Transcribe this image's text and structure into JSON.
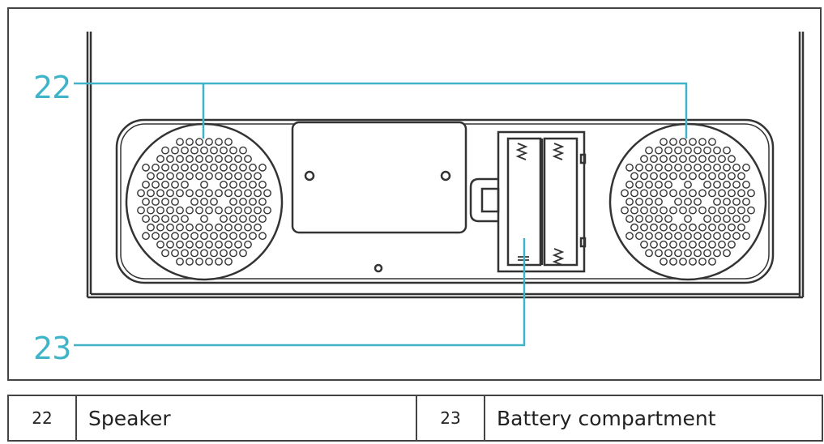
{
  "callouts": {
    "speaker_number": "22",
    "battery_number": "23"
  },
  "legend": [
    {
      "number": "22",
      "label": "Speaker"
    },
    {
      "number": "23",
      "label": "Battery compartment"
    }
  ],
  "colors": {
    "callout_line": "#3fb4c8",
    "outline": "#333333",
    "border": "#444444"
  }
}
